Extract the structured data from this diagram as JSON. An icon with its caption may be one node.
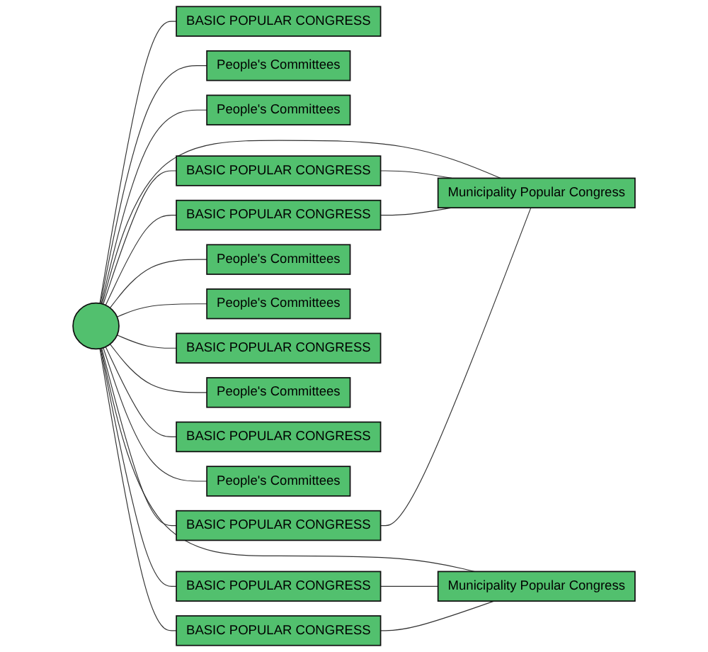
{
  "diagram": {
    "nodes": [
      {
        "text": [],
        "shape": "circle"
      },
      {
        "text": [
          "BASIC POPULAR CONGRESS"
        ]
      },
      {
        "text": [
          "BASIC POPULAR CONGRESS"
        ]
      },
      {
        "text": [
          "BASIC POPULAR CONGRESS"
        ]
      },
      {
        "text": [
          "BASIC POPULAR CONGRESS"
        ]
      },
      {
        "text": [
          "BASIC POPULAR CONGRESS"
        ]
      },
      {
        "text": [
          "BASIC POPULAR CONGRESS"
        ]
      },
      {
        "text": [
          "BASIC POPULAR CONGRESS"
        ]
      },
      {
        "text": [
          "BASIC POPULAR CONGRESS"
        ]
      },
      {
        "text": [
          "People's Committees"
        ]
      },
      {
        "text": [
          "Municipality Popular Congress"
        ]
      },
      {
        "text": [
          "People's Committees"
        ]
      },
      {
        "text": [
          "People's Committees"
        ]
      },
      {
        "text": [
          "People's Committees"
        ]
      },
      {
        "text": [
          "People's Committees"
        ]
      },
      {
        "text": [
          "Municipality Popular Congress"
        ]
      },
      {
        "text": [
          "People's Committees"
        ]
      }
    ],
    "edges": [
      {
        "from": 0,
        "to": 1,
        "arrow": "none"
      },
      {
        "from": 0,
        "to": 16,
        "arrow": "none"
      },
      {
        "from": 0,
        "to": 9,
        "arrow": "none"
      },
      {
        "from": 0,
        "to": 2,
        "arrow": "none"
      },
      {
        "from": 0,
        "to": 10,
        "arrow": "none"
      },
      {
        "from": 2,
        "to": 10,
        "arrow": "none"
      },
      {
        "from": 3,
        "to": 10,
        "arrow": "none"
      },
      {
        "from": 4,
        "to": 10,
        "arrow": "none"
      },
      {
        "from": 0,
        "to": 3,
        "arrow": "none"
      },
      {
        "from": 0,
        "to": 11,
        "arrow": "none"
      },
      {
        "from": 0,
        "to": 4,
        "arrow": "none"
      },
      {
        "from": 0,
        "to": 12,
        "arrow": "none"
      },
      {
        "from": 0,
        "to": 5,
        "arrow": "none"
      },
      {
        "from": 0,
        "to": 13,
        "arrow": "none"
      },
      {
        "from": 0,
        "to": 6,
        "arrow": "none"
      },
      {
        "from": 0,
        "to": 14,
        "arrow": "none"
      },
      {
        "from": 0,
        "to": 7,
        "arrow": "none"
      },
      {
        "from": 0,
        "to": 15,
        "arrow": "none"
      },
      {
        "from": 7,
        "to": 15,
        "arrow": "none"
      },
      {
        "from": 8,
        "to": 15,
        "arrow": "none"
      },
      {
        "from": 0,
        "to": 8,
        "arrow": "none"
      }
    ]
  }
}
